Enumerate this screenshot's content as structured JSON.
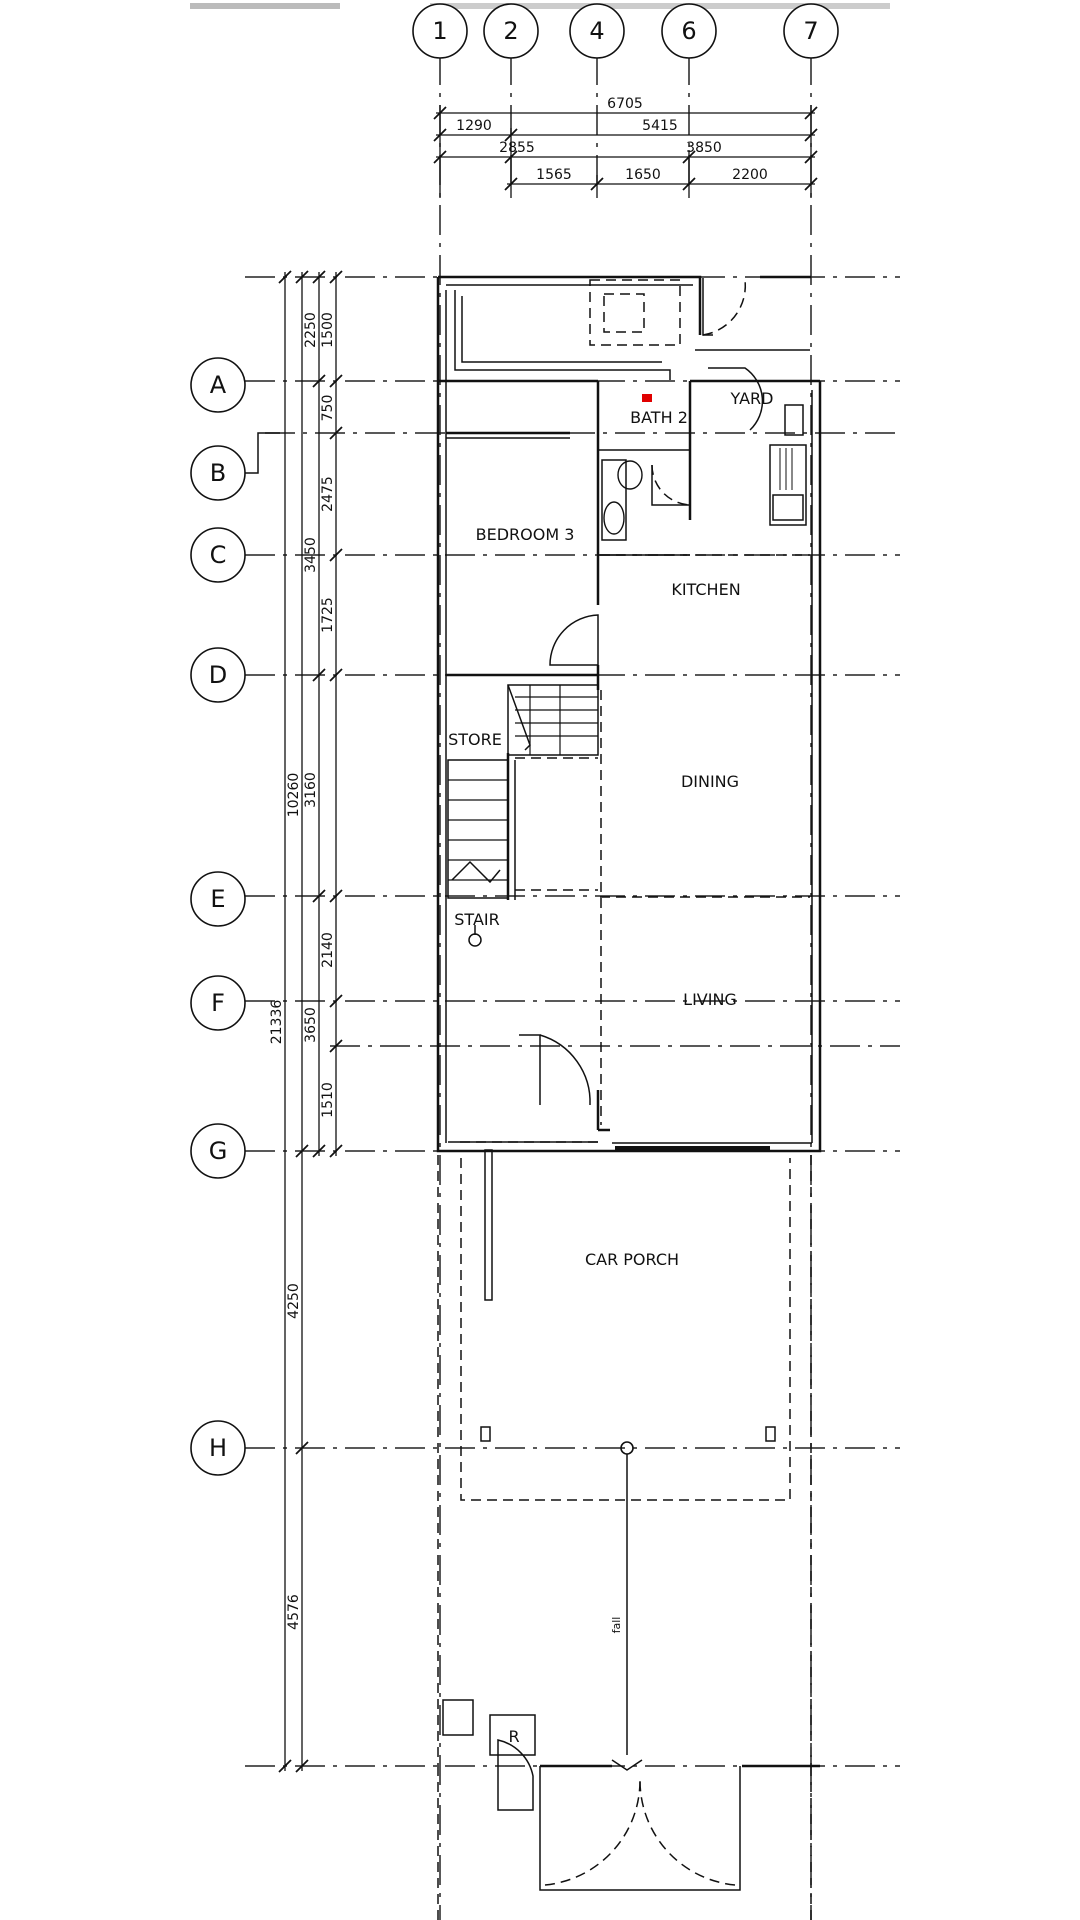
{
  "column_grid": [
    "1",
    "2",
    "4",
    "6",
    "7"
  ],
  "row_grid": [
    "A",
    "B",
    "C",
    "D",
    "E",
    "F",
    "G",
    "H"
  ],
  "horizontal_dimensions": {
    "row1": [
      "6705"
    ],
    "row2": [
      "1290",
      "5415"
    ],
    "row3": [
      "2855",
      "3850"
    ],
    "row4": [
      "1565",
      "1650",
      "2200"
    ]
  },
  "vertical_dimensions": {
    "overall": [
      "21336"
    ],
    "middle": [
      "10260",
      "4250",
      "4576"
    ],
    "inner_a": [
      "2250",
      "3450",
      "3160",
      "3650"
    ],
    "inner_b": [
      "1500",
      "750",
      "2475",
      "1725",
      "2140",
      "1510"
    ]
  },
  "rooms": {
    "bath": "BATH 2",
    "yard": "YARD",
    "bedroom": "BEDROOM 3",
    "kitchen": "KITCHEN",
    "store": "STORE",
    "dining": "DINING",
    "stair": "STAIR",
    "living": "LIVING",
    "car_porch": "CAR PORCH",
    "refuse": "R"
  },
  "annotations": {
    "fall": "fall"
  },
  "colors": {
    "line": "#111111",
    "marker": "#e00000"
  }
}
